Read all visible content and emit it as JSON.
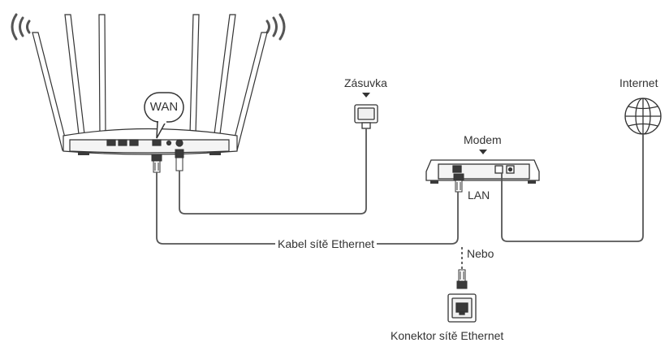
{
  "labels": {
    "wan": "WAN",
    "outlet": "Zásuvka",
    "internet": "Internet",
    "modem": "Modem",
    "lan": "LAN",
    "ethernet_cable": "Kabel sítě Ethernet",
    "or": "Nebo",
    "ethernet_connector": "Konektor sítě Ethernet"
  },
  "colors": {
    "line": "#555555",
    "device_fill": "#ffffff",
    "device_dark": "#3a3a3a",
    "text": "#333333"
  },
  "icons": {
    "router": "router-icon",
    "wifi_signal": "wifi-signal-icon",
    "power_adapter": "power-adapter-icon",
    "modem": "modem-icon",
    "globe": "globe-icon",
    "ethernet_plug": "ethernet-plug-icon",
    "wall_port": "wall-ethernet-port-icon"
  }
}
